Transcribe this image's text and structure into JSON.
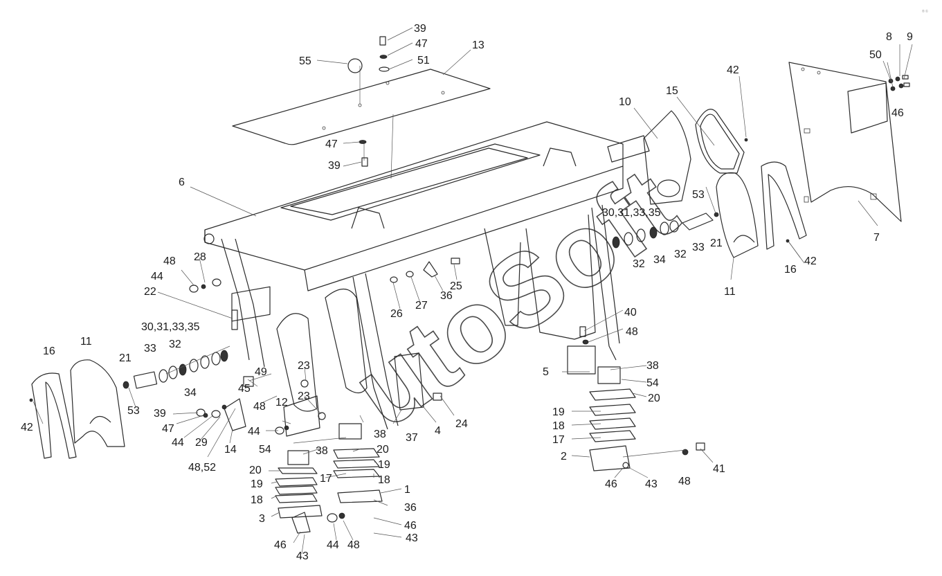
{
  "watermark": "utoSoft",
  "corner_mark": "® ©",
  "callouts": [
    {
      "id": "c39a",
      "text": "39"
    },
    {
      "id": "c47a",
      "text": "47"
    },
    {
      "id": "c51",
      "text": "51"
    },
    {
      "id": "c13",
      "text": "13"
    },
    {
      "id": "c55",
      "text": "55"
    },
    {
      "id": "c47b",
      "text": "47"
    },
    {
      "id": "c39b",
      "text": "39"
    },
    {
      "id": "c6",
      "text": "6"
    },
    {
      "id": "c10",
      "text": "10"
    },
    {
      "id": "c15",
      "text": "15"
    },
    {
      "id": "c42a",
      "text": "42"
    },
    {
      "id": "c8",
      "text": "8"
    },
    {
      "id": "c9",
      "text": "9"
    },
    {
      "id": "c50",
      "text": "50"
    },
    {
      "id": "c46a",
      "text": "46"
    },
    {
      "id": "c7",
      "text": "7"
    },
    {
      "id": "c53a",
      "text": "53"
    },
    {
      "id": "c3031a",
      "text": "30,31,33,35"
    },
    {
      "id": "c21a",
      "text": "21"
    },
    {
      "id": "c16a",
      "text": "16"
    },
    {
      "id": "c42b",
      "text": "42"
    },
    {
      "id": "c32a",
      "text": "32"
    },
    {
      "id": "c34a",
      "text": "34"
    },
    {
      "id": "c32b",
      "text": "32"
    },
    {
      "id": "c33a",
      "text": "33"
    },
    {
      "id": "c11a",
      "text": "11"
    },
    {
      "id": "c48a",
      "text": "48"
    },
    {
      "id": "c28",
      "text": "28"
    },
    {
      "id": "c44a",
      "text": "44"
    },
    {
      "id": "c22",
      "text": "22"
    },
    {
      "id": "c25",
      "text": "25"
    },
    {
      "id": "c36a",
      "text": "36"
    },
    {
      "id": "c27",
      "text": "27"
    },
    {
      "id": "c26",
      "text": "26"
    },
    {
      "id": "c40",
      "text": "40"
    },
    {
      "id": "c48b",
      "text": "48"
    },
    {
      "id": "c3031b",
      "text": "30,31,33,35"
    },
    {
      "id": "c32c",
      "text": "32"
    },
    {
      "id": "c33b",
      "text": "33"
    },
    {
      "id": "c16b",
      "text": "16"
    },
    {
      "id": "c11b",
      "text": "11"
    },
    {
      "id": "c21b",
      "text": "21"
    },
    {
      "id": "c49",
      "text": "49"
    },
    {
      "id": "c23a",
      "text": "23"
    },
    {
      "id": "c45",
      "text": "45"
    },
    {
      "id": "c23b",
      "text": "23"
    },
    {
      "id": "c34b",
      "text": "34"
    },
    {
      "id": "c53b",
      "text": "53"
    },
    {
      "id": "c42c",
      "text": "42"
    },
    {
      "id": "c39c",
      "text": "39"
    },
    {
      "id": "c47c",
      "text": "47"
    },
    {
      "id": "c44b",
      "text": "44"
    },
    {
      "id": "c29",
      "text": "29"
    },
    {
      "id": "c14",
      "text": "14"
    },
    {
      "id": "c4852",
      "text": "48,52"
    },
    {
      "id": "c48c",
      "text": "48"
    },
    {
      "id": "c12",
      "text": "12"
    },
    {
      "id": "c44c",
      "text": "44"
    },
    {
      "id": "c54a",
      "text": "54"
    },
    {
      "id": "c38a",
      "text": "38"
    },
    {
      "id": "c37",
      "text": "37"
    },
    {
      "id": "c4",
      "text": "4"
    },
    {
      "id": "c24",
      "text": "24"
    },
    {
      "id": "c5",
      "text": "5"
    },
    {
      "id": "c38b",
      "text": "38"
    },
    {
      "id": "c54b",
      "text": "54"
    },
    {
      "id": "c20a",
      "text": "20"
    },
    {
      "id": "c19a",
      "text": "19"
    },
    {
      "id": "c18a",
      "text": "18"
    },
    {
      "id": "c17a",
      "text": "17"
    },
    {
      "id": "c2",
      "text": "2"
    },
    {
      "id": "c48d",
      "text": "48"
    },
    {
      "id": "c41",
      "text": "41"
    },
    {
      "id": "c46b",
      "text": "46"
    },
    {
      "id": "c43a",
      "text": "43"
    },
    {
      "id": "c38c",
      "text": "38"
    },
    {
      "id": "c20b",
      "text": "20"
    },
    {
      "id": "c20c",
      "text": "20"
    },
    {
      "id": "c19b",
      "text": "19"
    },
    {
      "id": "c17b",
      "text": "17"
    },
    {
      "id": "c18b",
      "text": "18"
    },
    {
      "id": "c19c",
      "text": "19"
    },
    {
      "id": "c18c",
      "text": "18"
    },
    {
      "id": "c1",
      "text": "1"
    },
    {
      "id": "c3",
      "text": "3"
    },
    {
      "id": "c36b",
      "text": "36"
    },
    {
      "id": "c46c",
      "text": "46"
    },
    {
      "id": "c43b",
      "text": "43"
    },
    {
      "id": "c46d",
      "text": "46"
    },
    {
      "id": "c43c",
      "text": "43"
    },
    {
      "id": "c44d",
      "text": "44"
    },
    {
      "id": "c48e",
      "text": "48"
    }
  ]
}
